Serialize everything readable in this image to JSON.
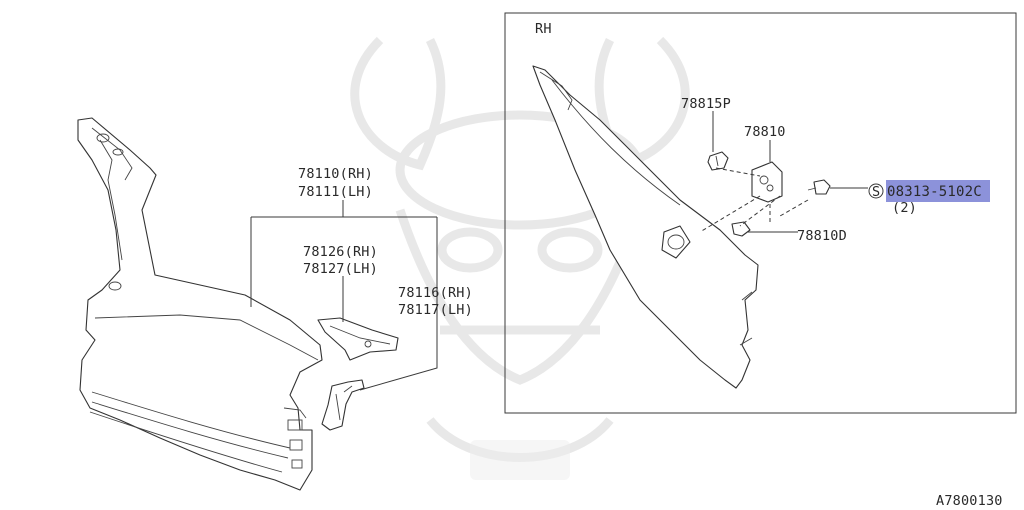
{
  "side_label": "RH",
  "callouts": {
    "quarter_panel_rh": "78110(RH)",
    "quarter_panel_lh": "78111(LH)",
    "inner_panel_rh": "78126(RH)",
    "inner_panel_lh": "78127(LH)",
    "bracket_rh": "78116(RH)",
    "bracket_lh": "78117(LH)",
    "clip": "78815P",
    "fuel_lid": "78810",
    "bumper": "78810D",
    "screw_prefix": "S",
    "screw_part": "08313-5102C",
    "screw_qty": "(2)"
  },
  "colors": {
    "highlight": "#7f86d6",
    "line": "#3a3a3a",
    "watermark": "#e8e8e8"
  },
  "figure_code": "A7800130"
}
